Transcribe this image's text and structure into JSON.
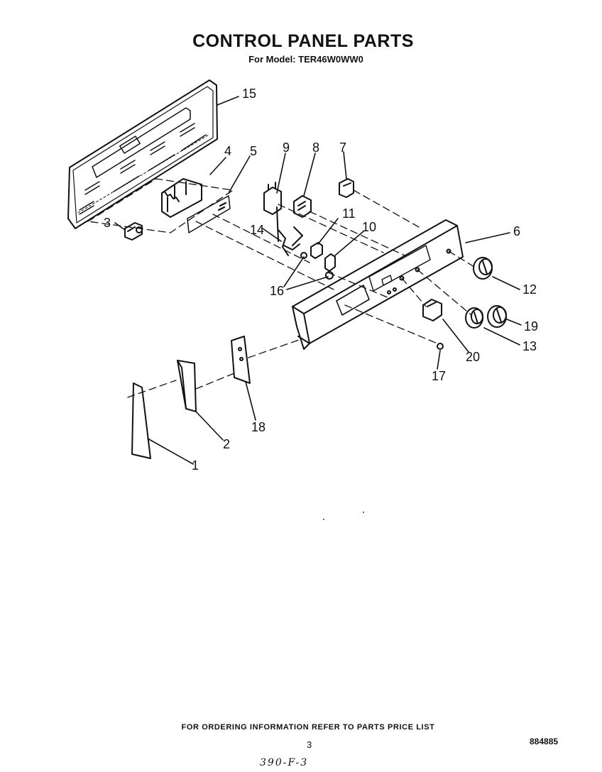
{
  "header": {
    "title": "CONTROL PANEL PARTS",
    "subtitle": "For Model: TER46W0WW0"
  },
  "callouts": [
    "15",
    "4",
    "5",
    "9",
    "8",
    "7",
    "11",
    "10",
    "6",
    "3",
    "14",
    "16",
    "12",
    "19",
    "13",
    "20",
    "17",
    "18",
    "2",
    "1"
  ],
  "footer": {
    "ordering_note": "FOR ORDERING INFORMATION REFER TO PARTS PRICE LIST",
    "page_number": "3",
    "document_number": "884885",
    "handwritten_note": "390-F-3"
  }
}
